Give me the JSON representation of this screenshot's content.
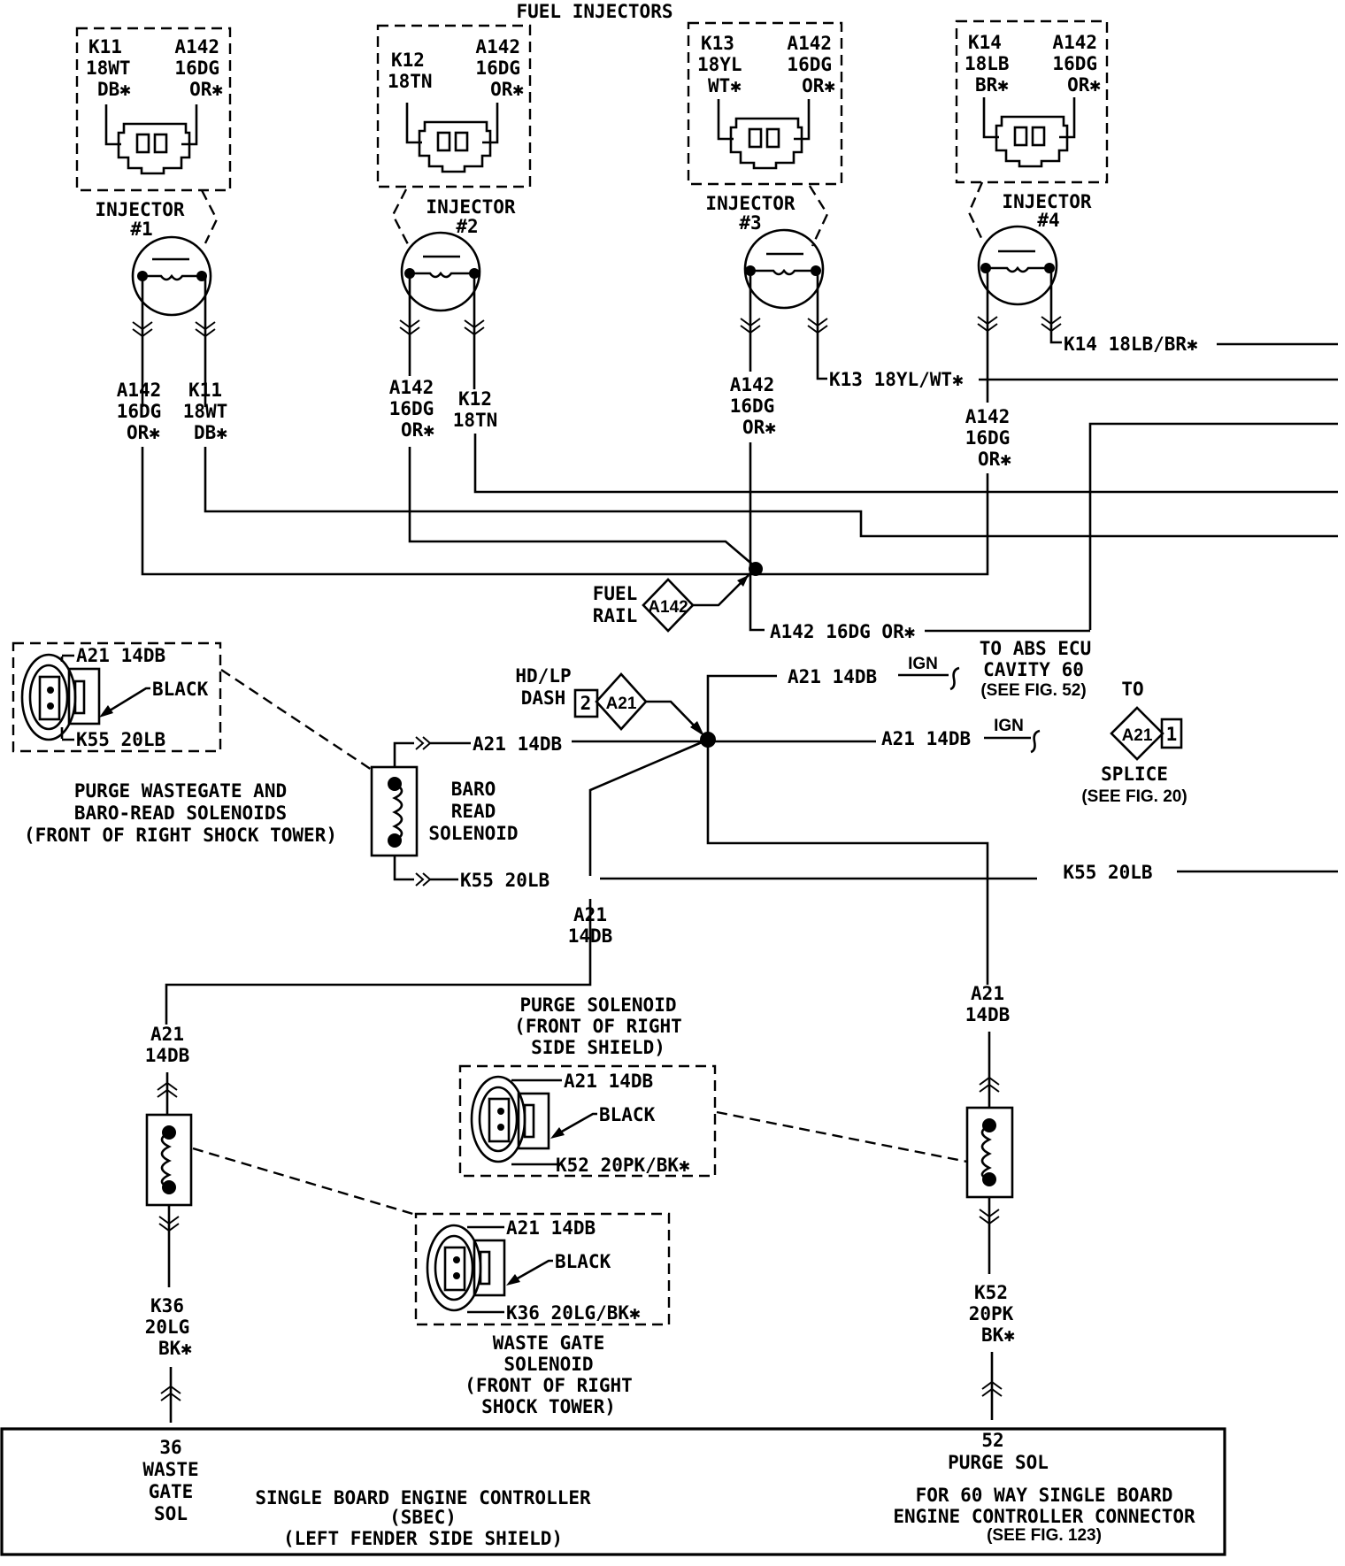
{
  "title": "FUEL INJECTORS",
  "injectors": [
    {
      "name": "INJECTOR",
      "num": "#1",
      "box": {
        "left": [
          "K11",
          "18WT",
          "DB✱"
        ],
        "right": [
          "A142",
          "16DG",
          "OR✱"
        ]
      },
      "below": {
        "left": [
          "A142",
          "16DG",
          "OR✱"
        ],
        "right": [
          "K11",
          "18WT",
          "DB✱"
        ]
      }
    },
    {
      "name": "INJECTOR",
      "num": "#2",
      "box": {
        "left": [
          "K12",
          "18TN"
        ],
        "right": [
          "A142",
          "16DG",
          "OR✱"
        ]
      },
      "below": {
        "left": [
          "A142",
          "16DG",
          "OR✱"
        ],
        "right": [
          "K12",
          "18TN"
        ]
      }
    },
    {
      "name": "INJECTOR",
      "num": "#3",
      "box": {
        "left": [
          "K13",
          "18YL",
          "WT✱"
        ],
        "right": [
          "A142",
          "16DG",
          "OR✱"
        ]
      },
      "below": {
        "left": [
          "A142",
          "16DG",
          "OR✱"
        ],
        "right": [
          "K13 18YL/WT✱"
        ]
      }
    },
    {
      "name": "INJECTOR",
      "num": "#4",
      "box": {
        "left": [
          "K14",
          "18LB",
          "BR✱"
        ],
        "right": [
          "A142",
          "16DG",
          "OR✱"
        ]
      },
      "below": {
        "left": [
          "A142",
          "16DG",
          "OR✱"
        ],
        "right": [
          "K14 18LB/BR✱"
        ]
      }
    }
  ],
  "fuel_rail": {
    "label1": "FUEL",
    "label2": "RAIL",
    "splice": "A142",
    "out_wire": "A142 16DG OR✱"
  },
  "baro": {
    "connector": {
      "top": "A21 14DB",
      "color": "BLACK",
      "bottom": "K55 20LB"
    },
    "caption": [
      "PURGE WASTEGATE AND",
      "BARO-READ SOLENOIDS",
      "(FRONT OF RIGHT SHOCK TOWER)"
    ],
    "name": [
      "BARO",
      "READ",
      "SOLENOID"
    ],
    "wire_top": "A21 14DB",
    "wire_bottom": "K55 20LB"
  },
  "hdlp": {
    "label1": "HD/LP",
    "label2": "DASH",
    "cavity": "2",
    "splice": "A21"
  },
  "abs": {
    "wire": "A21 14DB",
    "ign": "IGN",
    "lines": [
      "TO ABS ECU",
      "CAVITY 60",
      "(SEE FIG. 52)"
    ]
  },
  "splice_out": {
    "wire": "A21 14DB",
    "ign": "IGN",
    "to": "TO",
    "splice": "A21",
    "cavity": "1",
    "lines": [
      "SPLICE",
      "(SEE FIG. 20)"
    ]
  },
  "k55_right": "K55 20LB",
  "a21_mid": [
    "A21",
    "14DB"
  ],
  "wastegate": {
    "wire_top": [
      "A21",
      "14DB"
    ],
    "wire_bottom": [
      "K36",
      "20LG",
      "BK✱"
    ],
    "connector": {
      "top": "A21 14DB",
      "color": "BLACK",
      "bottom": "K36 20LG/BK✱"
    },
    "caption": [
      "WASTE GATE",
      "SOLENOID",
      "(FRONT OF RIGHT",
      "SHOCK TOWER)"
    ]
  },
  "purge": {
    "caption": [
      "PURGE SOLENOID",
      "(FRONT OF RIGHT",
      "SIDE SHIELD)"
    ],
    "connector": {
      "top": "A21 14DB",
      "color": "BLACK",
      "bottom": "K52 20PK/BK✱"
    },
    "wire_top": [
      "A21",
      "14DB"
    ],
    "wire_bottom": [
      "K52",
      "20PK",
      "BK✱"
    ]
  },
  "controller": {
    "pin36": [
      "36",
      "WASTE",
      "GATE",
      "SOL"
    ],
    "pin52": [
      "52",
      "PURGE SOL"
    ],
    "name": [
      "SINGLE BOARD ENGINE CONTROLLER",
      "(SBEC)",
      "(LEFT FENDER SIDE SHIELD)"
    ],
    "note": [
      "FOR 60 WAY SINGLE BOARD",
      "ENGINE CONTROLLER CONNECTOR",
      "(SEE FIG. 123)"
    ]
  }
}
